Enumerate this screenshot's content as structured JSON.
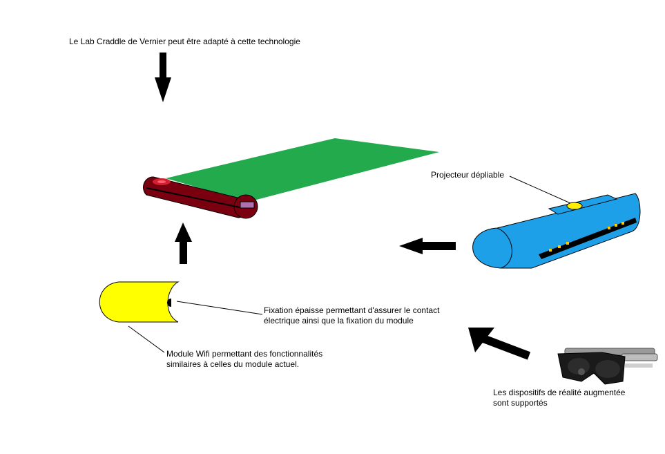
{
  "labels": {
    "lab_craddle": "Le Lab Craddle de Vernier peut être adapté à cette technologie",
    "projector": "Projecteur dépliable",
    "fixation_line1": "Fixation épaisse permettant d'assurer le contact",
    "fixation_line2": "électrique ainsi que la fixation du module",
    "wifi_line1": "Module Wifi permettant des fonctionnalités",
    "wifi_line2": "similaires à celles du module actuel.",
    "ar_line1": "Les dispositifs de réalité augmentée",
    "ar_line2": "sont supportés"
  },
  "colors": {
    "screen": "#22aa4c",
    "roller": "#7a0010",
    "wifi_module": "#ffff00",
    "projector_module": "#1ea0e8",
    "projector_lens": "#ffee00",
    "arrow": "#000000"
  },
  "icons": {
    "glasses": "ar-glasses-icon"
  }
}
